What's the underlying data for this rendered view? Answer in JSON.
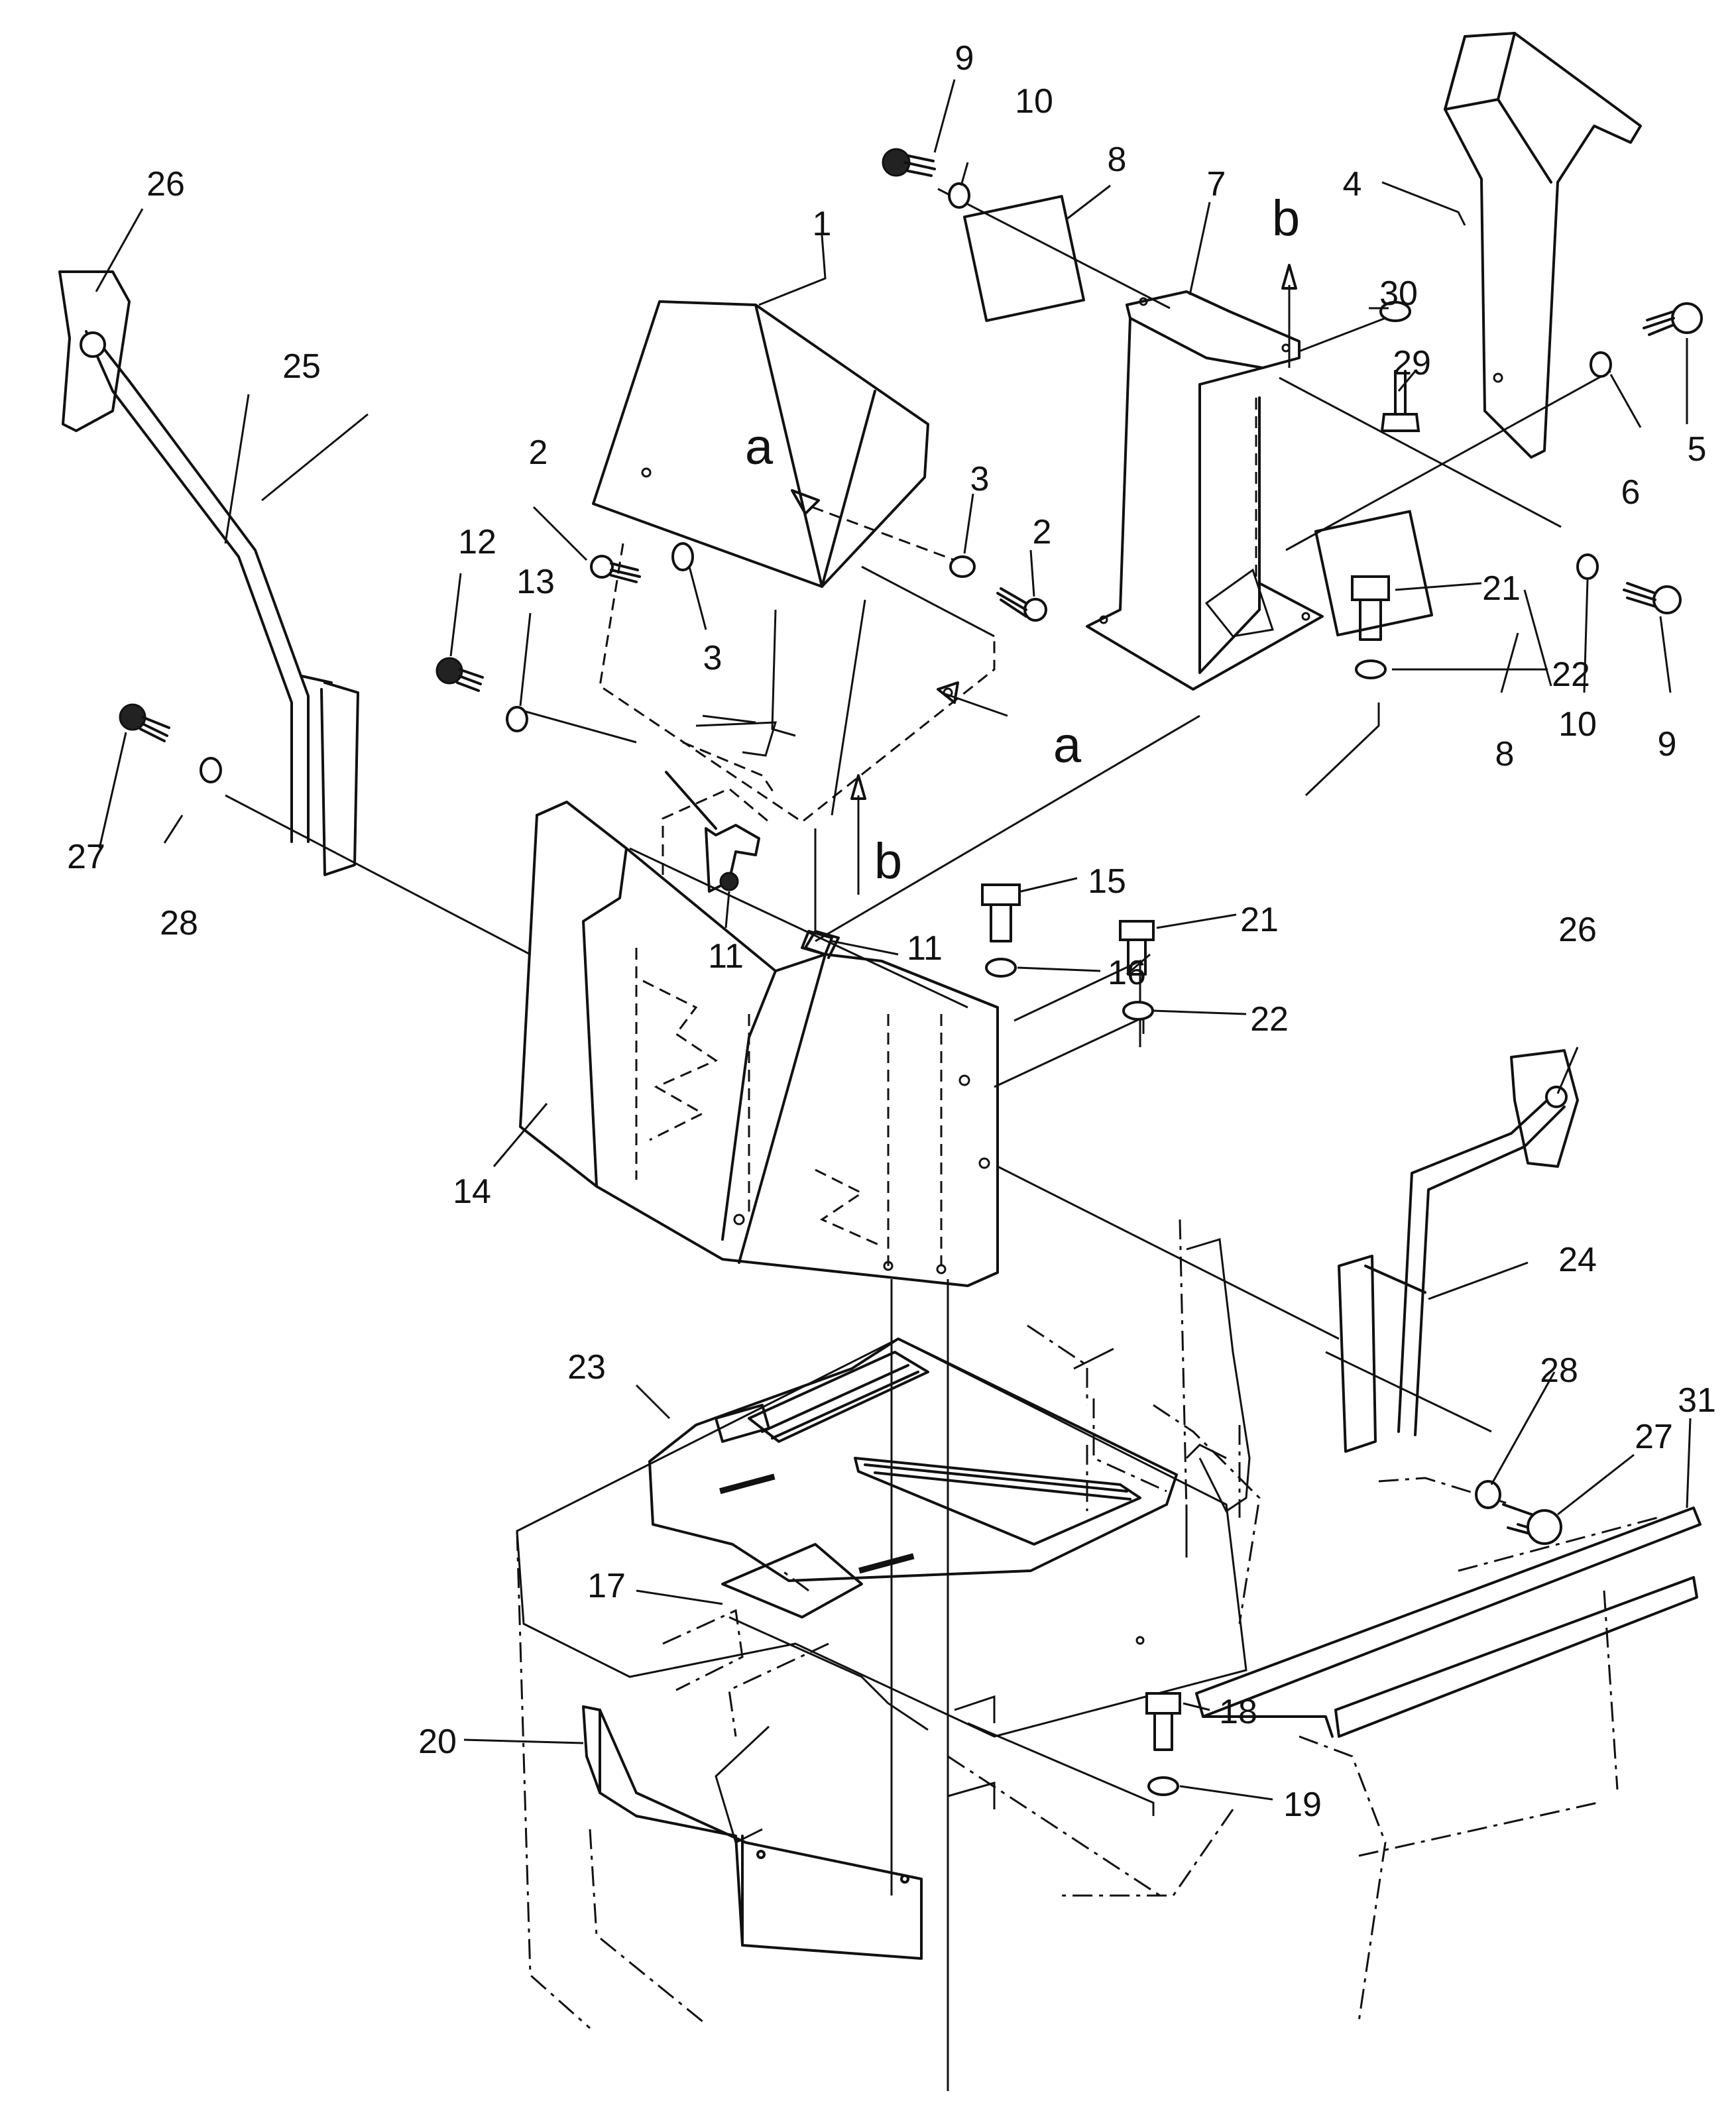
{
  "callouts": [
    "1",
    "2",
    "3",
    "4",
    "5",
    "6",
    "7",
    "8",
    "9",
    "10",
    "11",
    "12",
    "13",
    "14",
    "15",
    "16",
    "17",
    "18",
    "19",
    "20",
    "21",
    "22",
    "23",
    "24",
    "25",
    "26",
    "27",
    "28",
    "29",
    "30",
    "31"
  ],
  "refs": [
    "a",
    "b"
  ]
}
